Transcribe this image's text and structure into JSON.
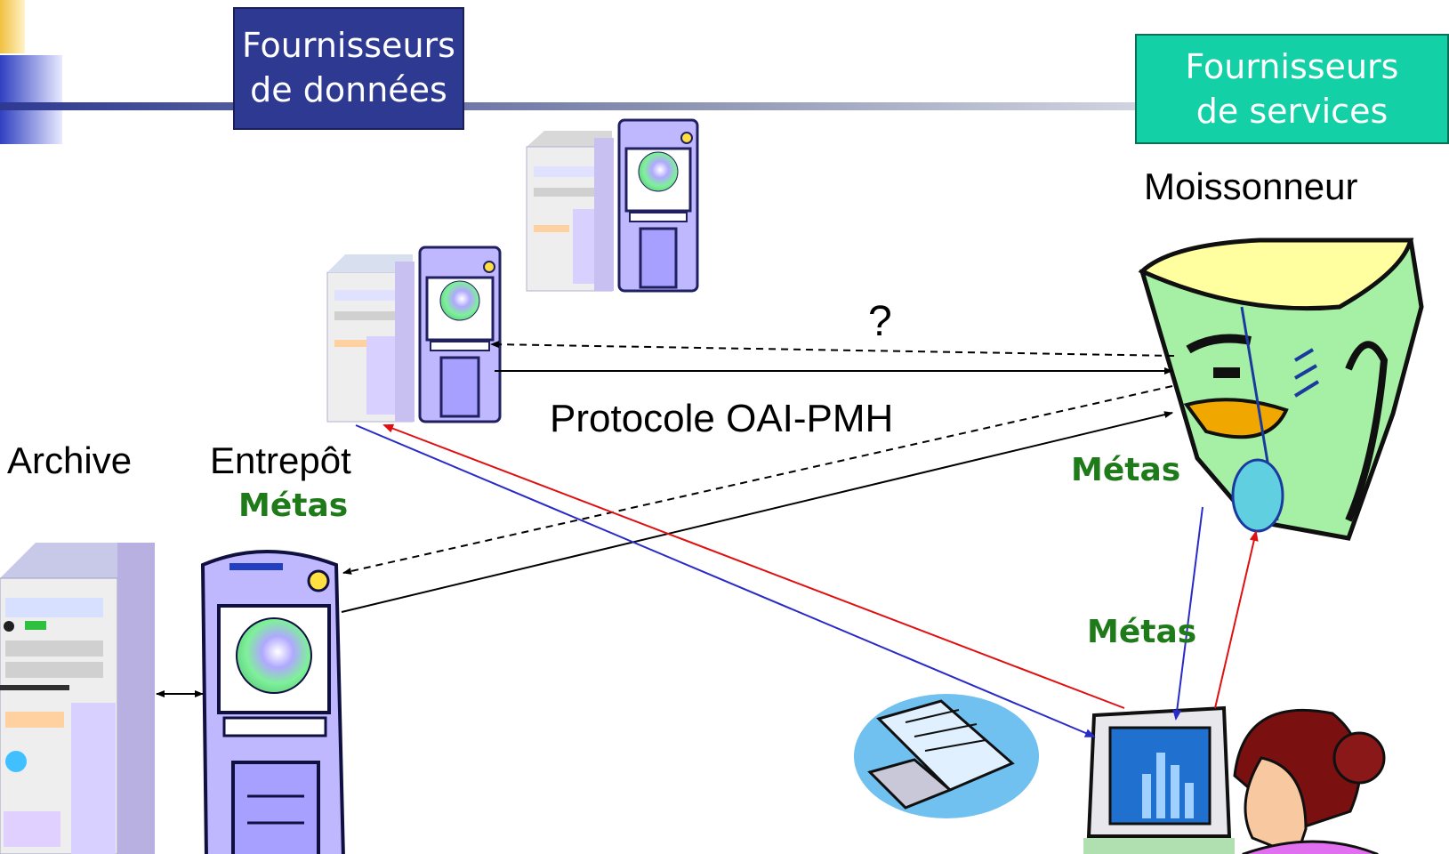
{
  "boxes": {
    "data_providers": "Fournisseurs\nde données",
    "service_providers": "Fournisseurs\nde services"
  },
  "labels": {
    "harvester": "Moissonneur",
    "archive": "Archive",
    "repository": "Entrepôt",
    "protocol": "Protocole OAI-PMH",
    "question": "?",
    "metas_repository": "Métas",
    "metas_harvester": "Métas",
    "metas_flow": "Métas"
  },
  "colors": {
    "data_box": "#2e3a92",
    "service_box": "#14d0a6",
    "metas_text": "#1f7a1a",
    "request_arrow": "#e01010",
    "response_arrow": "#2a2ac8",
    "server_purple": "#b8b0f0",
    "harvester_green": "#a6f0a6"
  }
}
